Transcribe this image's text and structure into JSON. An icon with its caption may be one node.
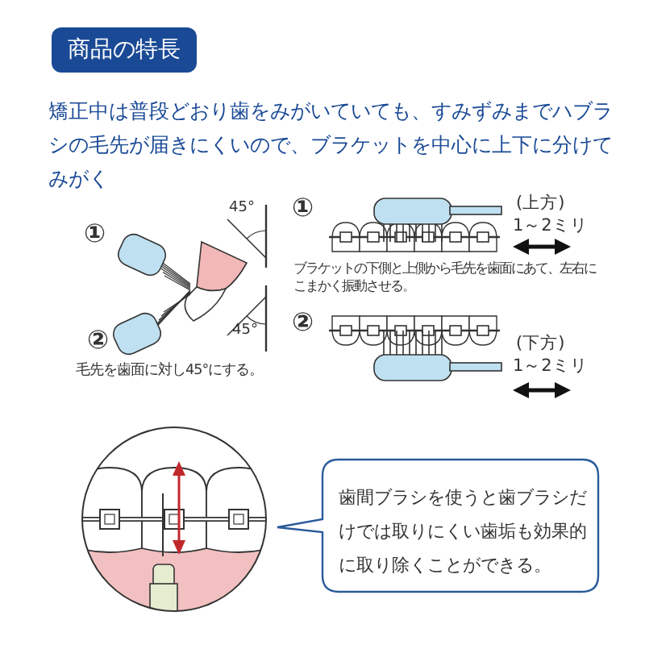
{
  "diagram": {
    "title": "商品の特長",
    "nodes": [
      {
        "text": [
          "歯間ブラシを使うと歯ブラシだけでは取りにくい歯垢も効果的に取り除くことができる。"
        ]
      }
    ],
    "labels": [
      "矯正中は普段どおり歯をみがいていても、すみずみまでハブラシの毛先が届きにくいので、ブラケットを中心に上下に分けてみがく",
      "①",
      "45°",
      "①",
      "(上方)",
      "1～2ミリ",
      "ブラケットの下側と上側から毛先を歯面にあて、左右にこまかく振動させる。",
      "②",
      "45°",
      "②",
      "(下方)",
      "1～2ミリ",
      "毛先を歯面に対し45°にする。"
    ]
  }
}
